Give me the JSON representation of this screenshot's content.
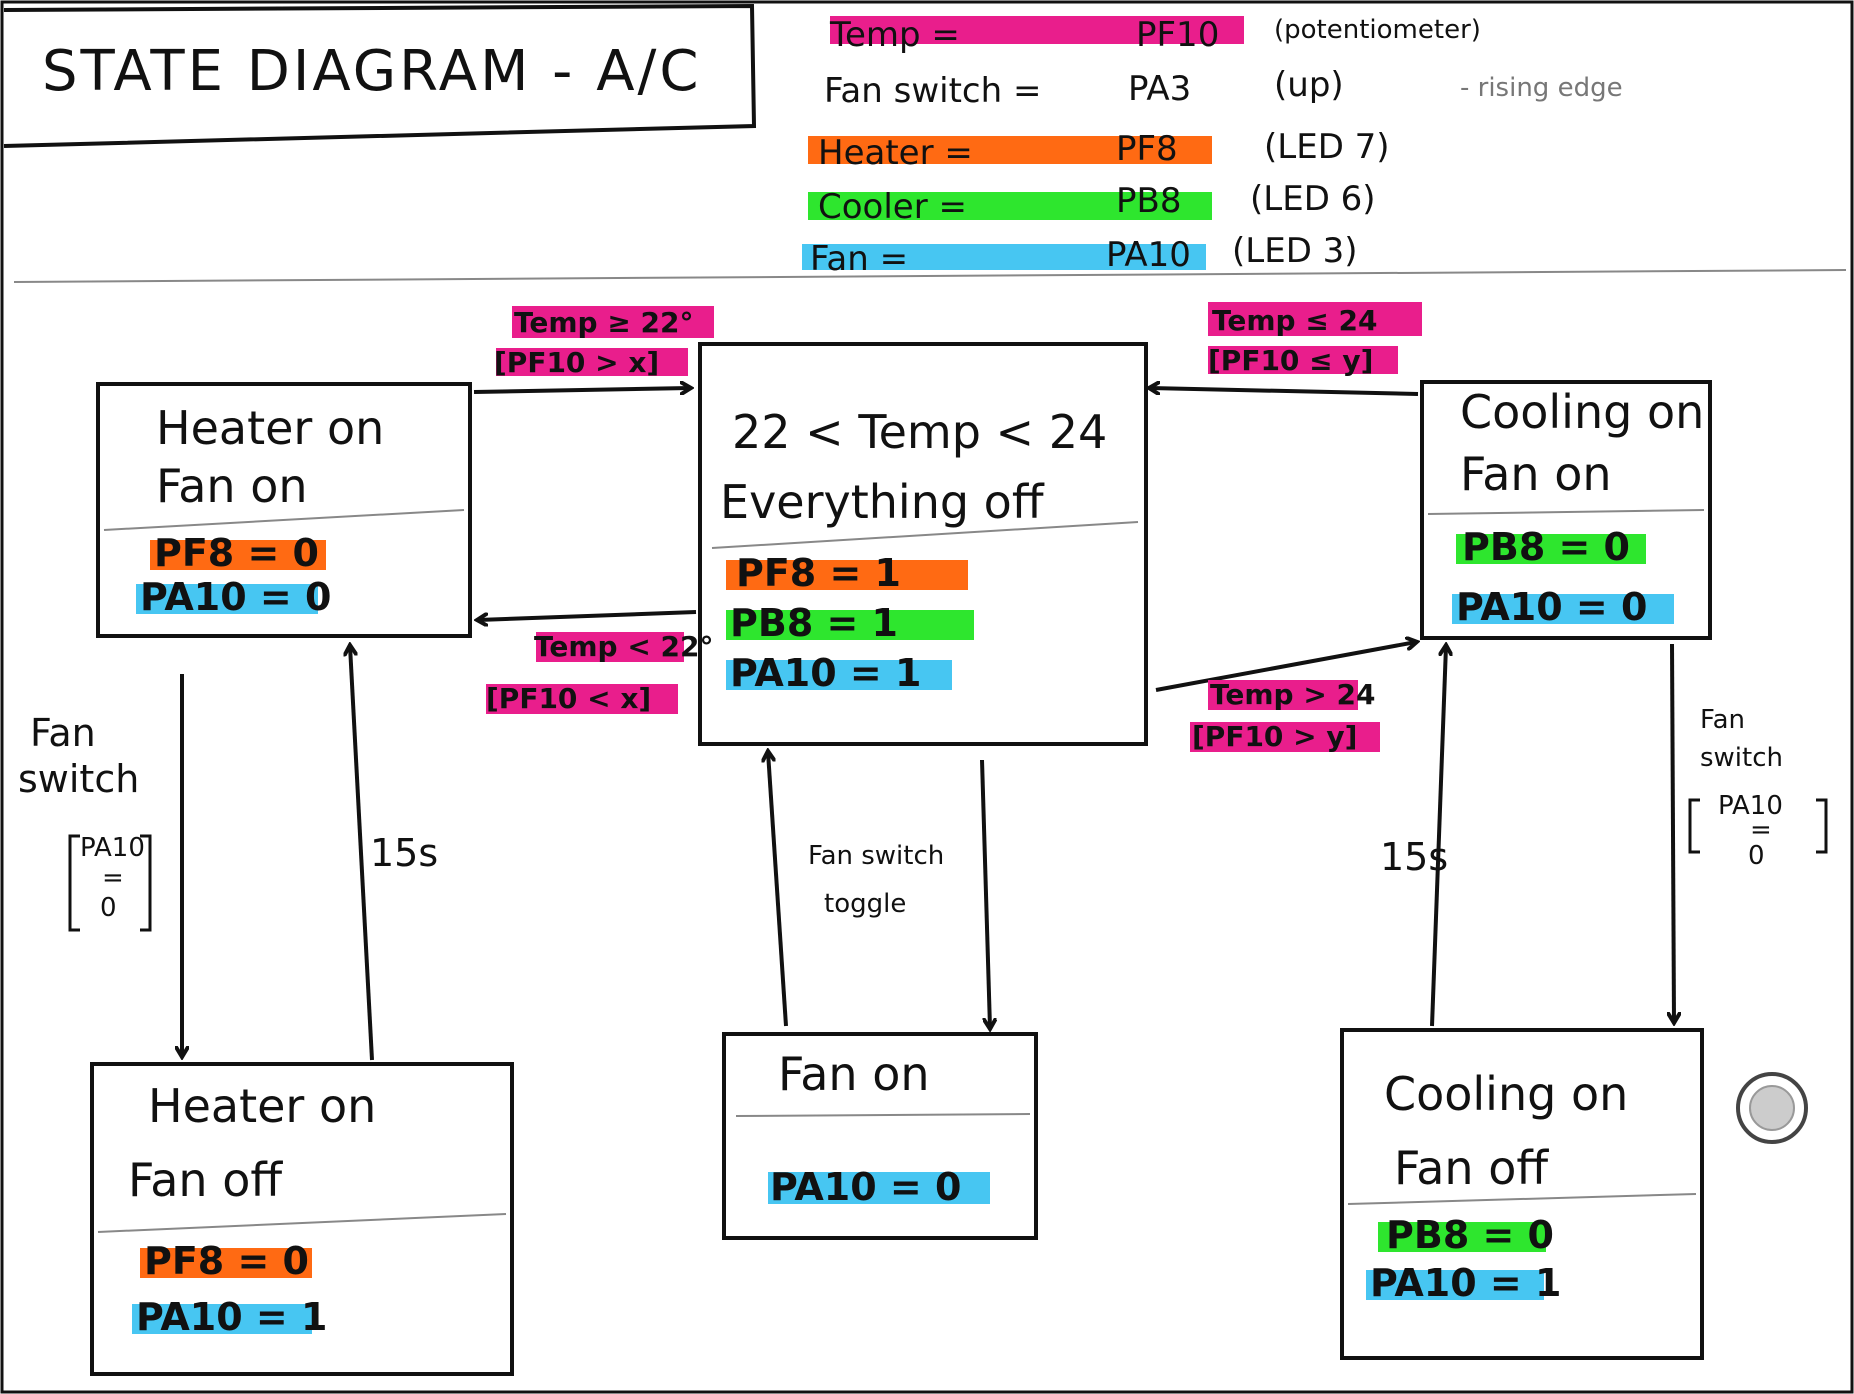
{
  "title": "STATE DIAGRAM - A/C",
  "colors": {
    "temp": "#e91e8c",
    "heater": "#ff6a13",
    "cooler": "#2ee62e",
    "fan": "#47c6f2"
  },
  "legend": [
    {
      "name": "Temp =",
      "pin": "PF10",
      "note": "(potentiometer)",
      "color_key": "temp"
    },
    {
      "name": "Fan switch =",
      "pin": "PA3",
      "note": "(up)",
      "color_key": ""
    },
    {
      "name": "Heater =",
      "pin": "PF8",
      "note": "(LED 7)",
      "color_key": "heater"
    },
    {
      "name": "Cooler =",
      "pin": "PB8",
      "note": "(LED 6)",
      "color_key": "cooler"
    },
    {
      "name": "Fan =",
      "pin": "PA10",
      "note": "(LED 3)",
      "color_key": "fan"
    }
  ],
  "rising_edge": "- rising edge",
  "states": {
    "heater_fan_on": {
      "line1": "Heater on",
      "line2": "Fan on",
      "a1": "PF8 = 0",
      "a2": "PA10 = 0"
    },
    "idle": {
      "line1": "22 < Temp < 24",
      "line2": "Everything off",
      "a1": "PF8 = 1",
      "a2": "PB8 = 1",
      "a3": "PA10 = 1"
    },
    "cool_fan_on": {
      "line1": "Cooling on",
      "line2": "Fan on",
      "a1": "PB8 = 0",
      "a2": "PA10 = 0"
    },
    "heater_fan_off": {
      "line1": "Heater on",
      "line2": "Fan off",
      "a1": "PF8 = 0",
      "a2": "PA10 = 1"
    },
    "fan_on": {
      "line1": "Fan on",
      "a1": "PA10 = 0"
    },
    "cool_fan_off": {
      "line1": "Cooling on",
      "line2": "Fan off",
      "a1": "PB8 = 0",
      "a2": "PA10 = 1"
    }
  },
  "transitions": {
    "heat_to_idle": {
      "label": "Temp ≥ 22°",
      "guard": "[PF10 > x]"
    },
    "idle_to_heat": {
      "label": "Temp < 22°",
      "guard": "[PF10 < x]"
    },
    "cool_to_idle": {
      "label": "Temp ≤ 24",
      "guard": "[PF10 ≤ y]"
    },
    "idle_to_cool": {
      "label": "Temp > 24",
      "guard": "[PF10 > y]"
    },
    "heat_fan_switch": {
      "label1": "Fan",
      "label2": "switch",
      "g1": "PA10",
      "g2": "=",
      "g3": "0"
    },
    "heat_timer": {
      "label": "15s"
    },
    "idle_fan_toggle": {
      "label1": "Fan switch",
      "label2": "toggle"
    },
    "cool_timer": {
      "label": "15s"
    },
    "cool_fan_switch": {
      "label1": "Fan",
      "label2": "switch",
      "g1": "PA10",
      "g2": "=",
      "g3": "0"
    }
  }
}
